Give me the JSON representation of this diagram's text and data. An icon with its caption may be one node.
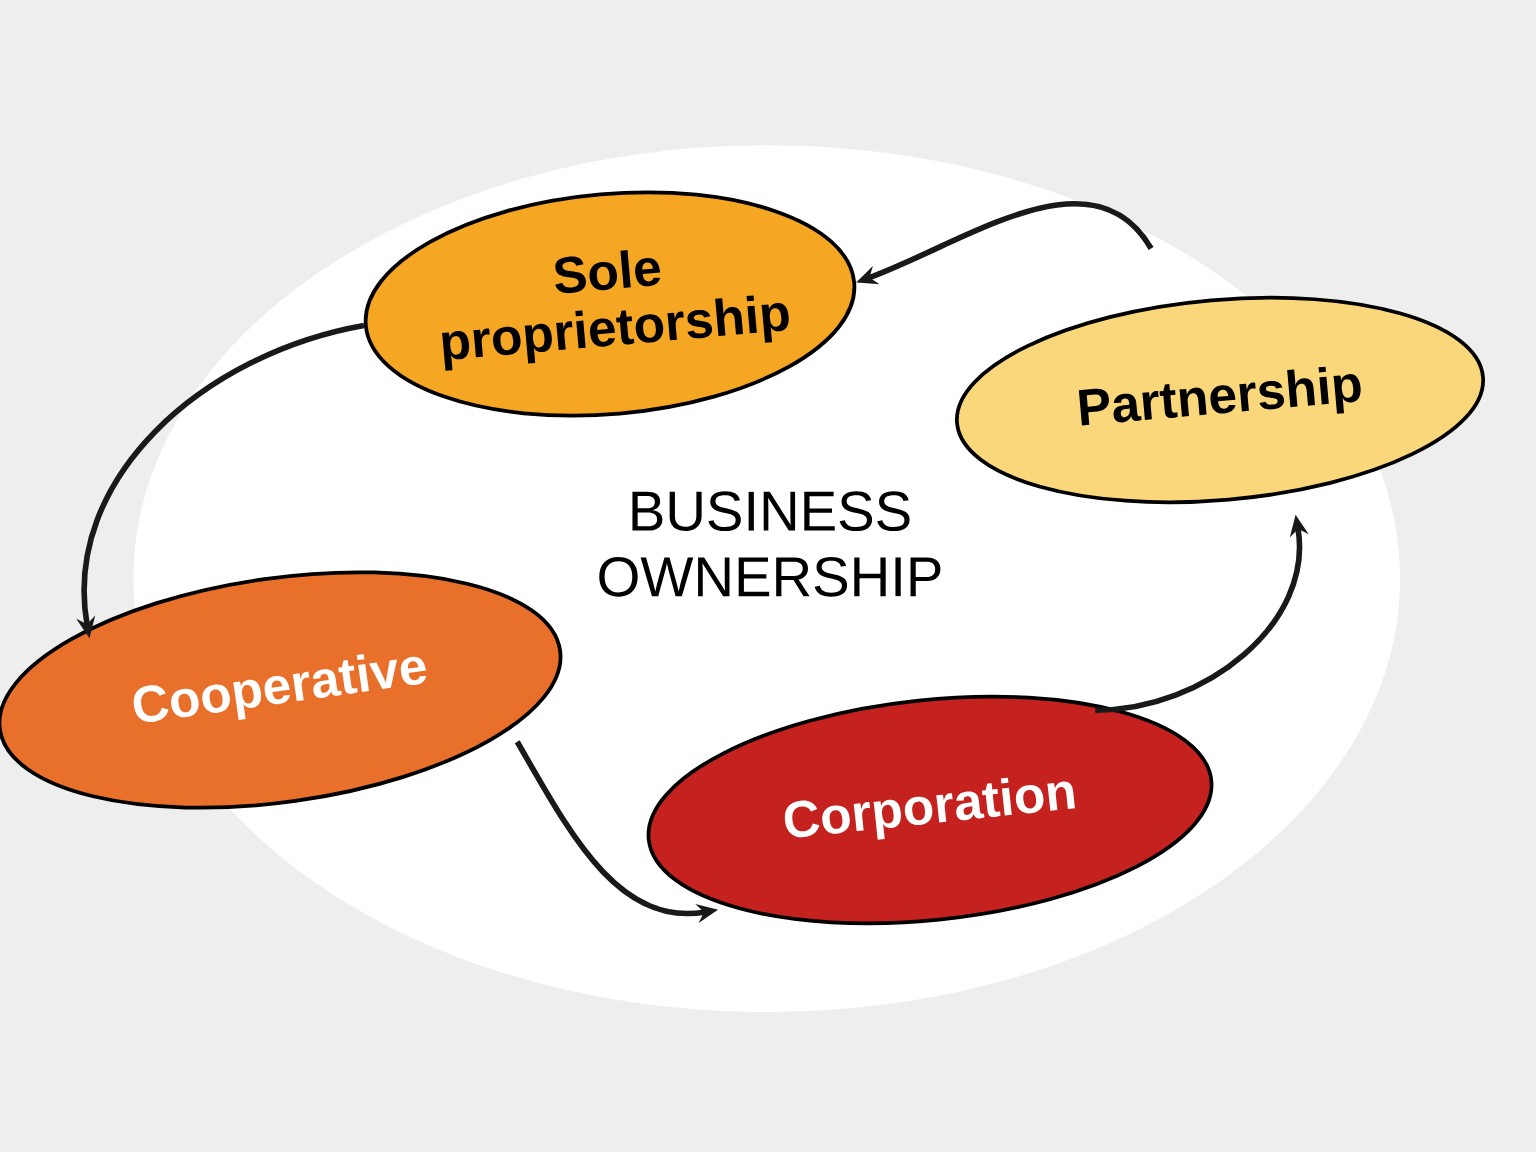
{
  "diagram": {
    "nodes": [
      {
        "text": [
          "Sole proprietorship"
        ]
      },
      {
        "text": [
          "Partnership"
        ]
      },
      {
        "text": [
          "Cooperative"
        ]
      },
      {
        "text": [
          "Corporation"
        ]
      }
    ],
    "edges": [
      {
        "from": 1,
        "to": 0,
        "arrow": "to"
      },
      {
        "from": 0,
        "to": 2,
        "arrow": "to"
      },
      {
        "from": 2,
        "to": 3,
        "arrow": "to"
      },
      {
        "from": 3,
        "to": 1,
        "arrow": "to"
      }
    ],
    "labels": [
      "BUSINESS OWNERSHIP"
    ]
  }
}
